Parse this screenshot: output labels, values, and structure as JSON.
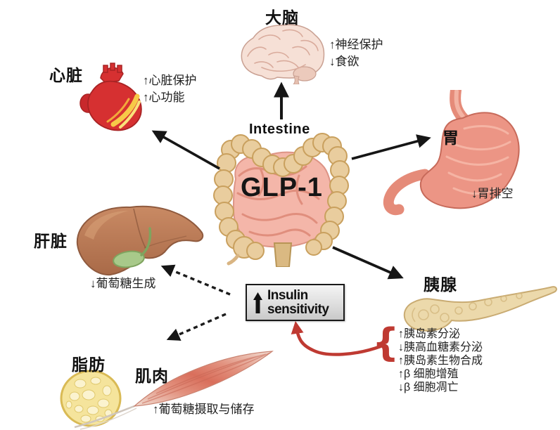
{
  "diagram": {
    "subject": "GLP-1 organ effects",
    "background": "#ffffff"
  },
  "center": {
    "source_label": "Intestine",
    "hormone": "GLP-1"
  },
  "insulin_box": {
    "icon": "up-arrow",
    "line1": "Insulin",
    "line2": "sensitivity"
  },
  "organs": {
    "brain": {
      "label": "大脑",
      "effects": [
        "↑神经保护",
        "↓食欲"
      ]
    },
    "heart": {
      "label": "心脏",
      "effects": [
        "↑心脏保护",
        "↑心功能"
      ]
    },
    "stomach": {
      "label": "胃",
      "effects": [
        "↓胃排空"
      ]
    },
    "liver": {
      "label": "肝脏",
      "effects": [
        "↓葡萄糖生成"
      ]
    },
    "pancreas": {
      "label": "胰腺",
      "effects": [
        "↑胰岛素分泌",
        "↓胰高血糖素分泌",
        "↑胰岛素生物合成",
        "↑β 细胞增殖",
        "↓β 细胞凋亡"
      ]
    },
    "fat": {
      "label": "脂肪",
      "effects": []
    },
    "muscle": {
      "label": "肌肉",
      "effects": [
        "↑葡萄糖摄取与储存"
      ]
    }
  },
  "connections": [
    {
      "from": "intestine",
      "to": "brain",
      "style": "solid-black"
    },
    {
      "from": "intestine",
      "to": "heart",
      "style": "solid-black"
    },
    {
      "from": "intestine",
      "to": "stomach",
      "style": "solid-black"
    },
    {
      "from": "intestine",
      "to": "pancreas",
      "style": "solid-black"
    },
    {
      "from": "insulin-sensitivity",
      "to": "liver",
      "style": "dashed-black"
    },
    {
      "from": "insulin-sensitivity",
      "to": "muscle-fat",
      "style": "dashed-black"
    },
    {
      "from": "pancreas-effects",
      "to": "insulin-sensitivity",
      "style": "red-curved"
    }
  ],
  "colors": {
    "arrow_black": "#161616",
    "arrow_red": "#bf3a32",
    "box_border": "#1a1a1a",
    "box_bg": "#e2e2e2",
    "colon": "#e9cd9e",
    "small_intestine": "#f4b6a9",
    "stomach": "#ec9585",
    "liver": "#b5724f",
    "pancreas": "#ecd9ab",
    "fat": "#f5e49c",
    "muscle": "#d96f5c",
    "heart": "#d63031",
    "brain": "#f6e0d6"
  }
}
